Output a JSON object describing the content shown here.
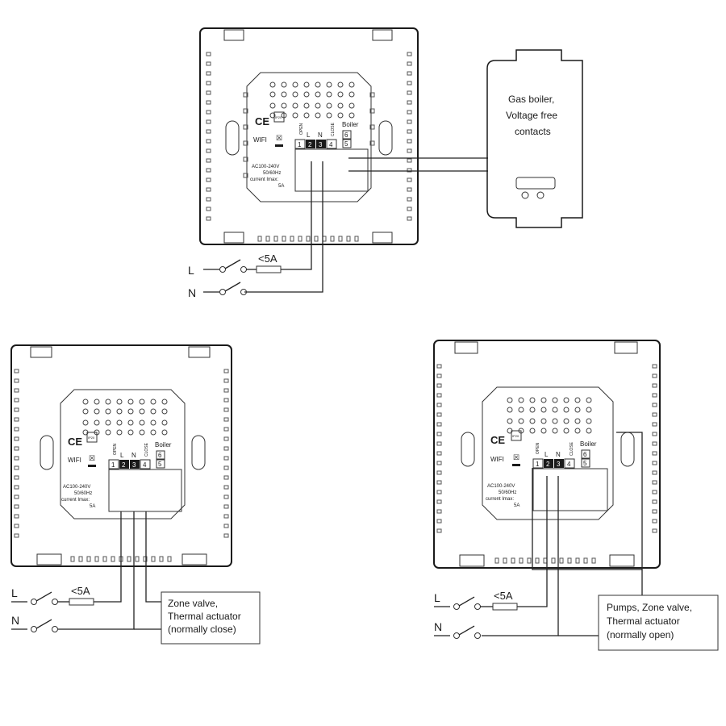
{
  "top": {
    "boiler": {
      "line1": "Gas boiler,",
      "line2": "Voltage free",
      "line3": "contacts"
    },
    "line_label": "L",
    "neutral_label": "N",
    "fuse_label": "<5A"
  },
  "left": {
    "load": {
      "line1": "Zone valve,",
      "line2": "Thermal actuator",
      "line3": "(normally close)"
    },
    "line_label": "L",
    "neutral_label": "N",
    "fuse_label": "<5A"
  },
  "right": {
    "load": {
      "line1": "Pumps, Zone valve,",
      "line2": "Thermal actuator",
      "line3": "(normally open)"
    },
    "line_label": "L",
    "neutral_label": "N",
    "fuse_label": "<5A"
  },
  "device": {
    "ce": "CE",
    "ip": "IP20",
    "wifi": "WIFI",
    "open": "OPEN",
    "l": "L",
    "n": "N",
    "close": "CLOSE",
    "boiler": "Boiler",
    "t1": "1",
    "t2": "2",
    "t3": "3",
    "t4": "4",
    "t5": "5",
    "t6": "6",
    "spec1": "AC100-240V",
    "spec2": "50/60Hz",
    "spec3": "current Imax:",
    "spec4": "5A"
  }
}
